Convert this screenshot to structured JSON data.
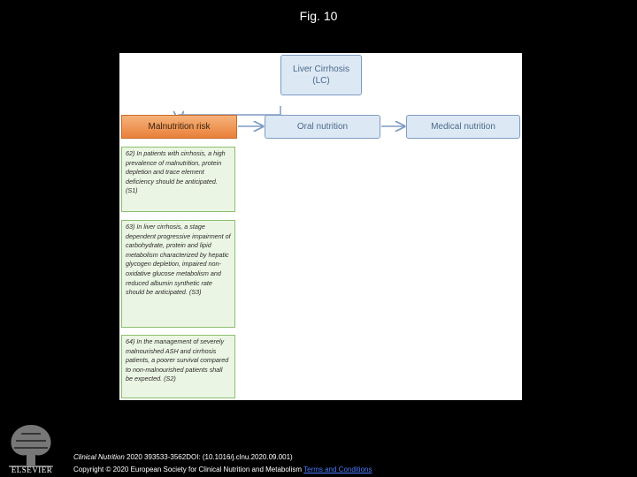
{
  "figure": {
    "title": "Fig. 10"
  },
  "diagram": {
    "top_box": "Liver Cirrhosis\n(LC)",
    "row_boxes": [
      "Malnutrition risk",
      "Oral nutrition",
      "Medical nutrition"
    ],
    "recommendations": [
      "62) In patients with cirrhosis, a high prevalence of malnutrition, protein depletion and trace element deficiency should be anticipated. (S1)",
      "63) In liver cirrhosis, a stage dependent progressive impairment of carbohydrate, protein and lipid metabolism characterized by hepatic glycogen depletion, impaired non-oxidative glucose metabolism and reduced albumin synthetic rate should be anticipated. (S3)",
      "64) In the management of severely malnourished ASH and cirrhosis patients, a poorer survival compared to non-malnourished patients shall be expected. (S2)"
    ],
    "colors": {
      "blue_fill": "#dde8f5",
      "blue_border": "#7d9cc2",
      "orange": "#e9803a",
      "green_fill": "#ebf5e3",
      "green_border": "#8cbf6e"
    }
  },
  "footer": {
    "publisher": "ELSEVIER",
    "journal": "Clinical Nutrition",
    "citation": " 2020 393533-3562DOI: (10.1016/j.clnu.2020.09.001)",
    "copyright": "Copyright © 2020 European Society for Clinical Nutrition and Metabolism ",
    "terms_link": "Terms and Conditions"
  }
}
